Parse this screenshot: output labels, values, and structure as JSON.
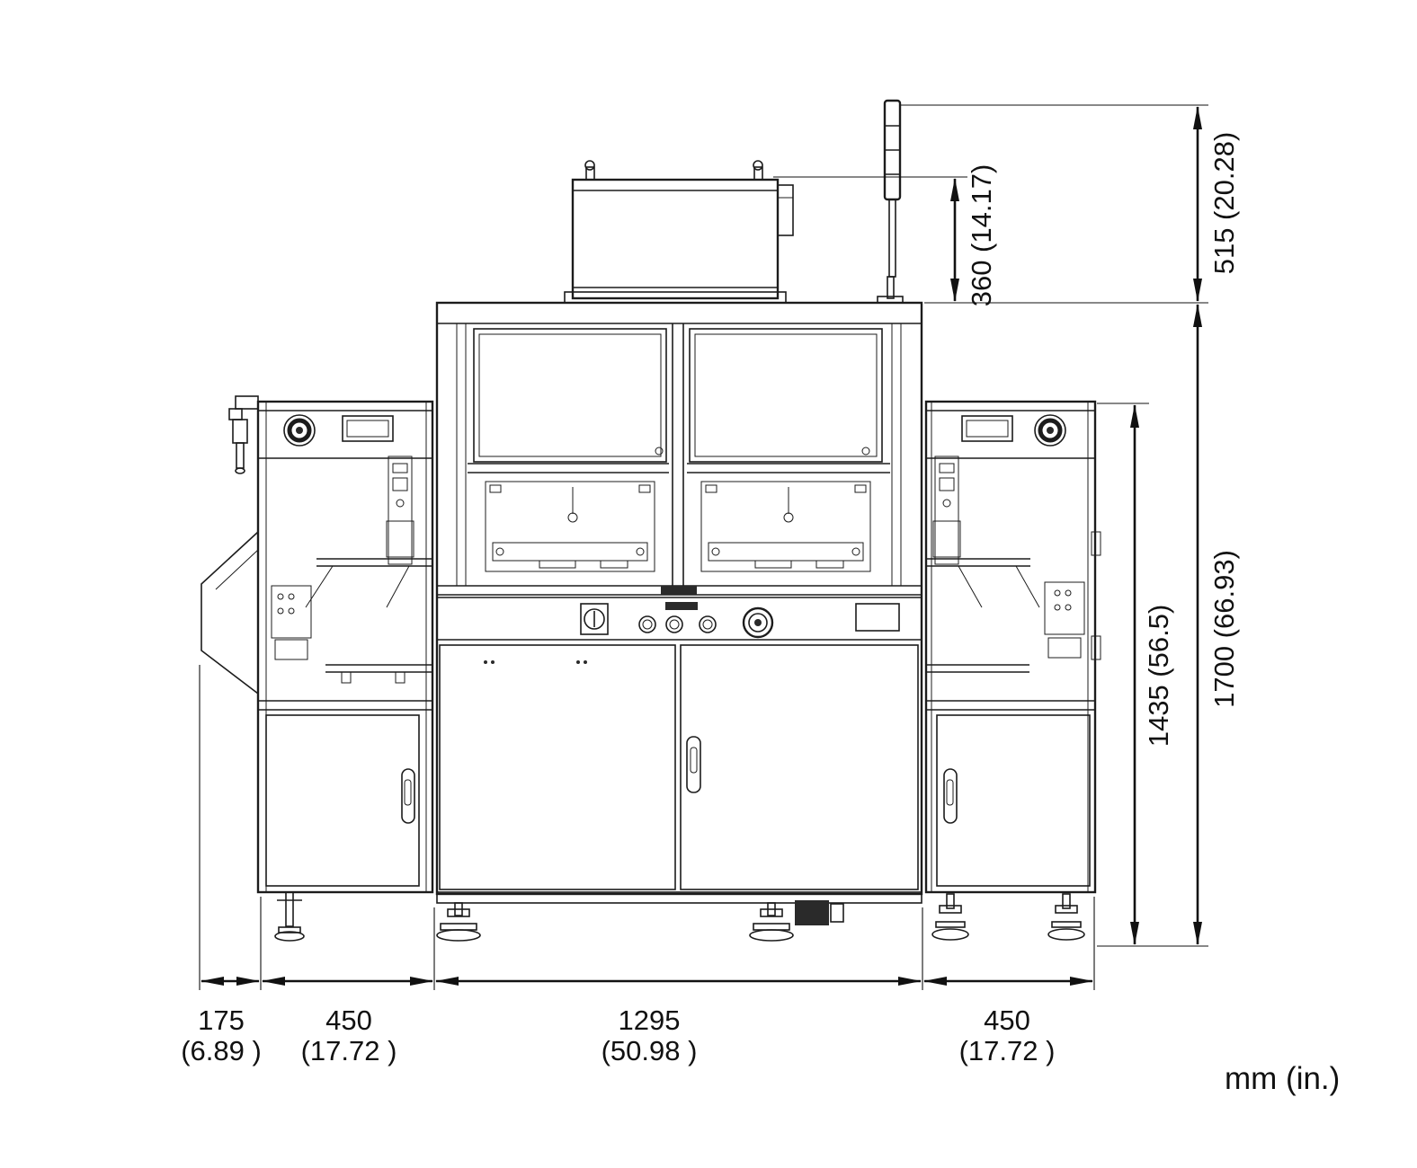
{
  "units_note": "mm (in.)",
  "dims": {
    "d515": "515 (20.28)",
    "d360": "360 (14.17)",
    "d1700": "1700 (66.93)",
    "d1435": "1435 (56.5)",
    "d175_mm": "175",
    "d175_in": "(6.89 )",
    "d450L_mm": "450",
    "d450L_in": "(17.72 )",
    "d1295_mm": "1295",
    "d1295_in": "(50.98 )",
    "d450R_mm": "450",
    "d450R_in": "(17.72 )"
  }
}
